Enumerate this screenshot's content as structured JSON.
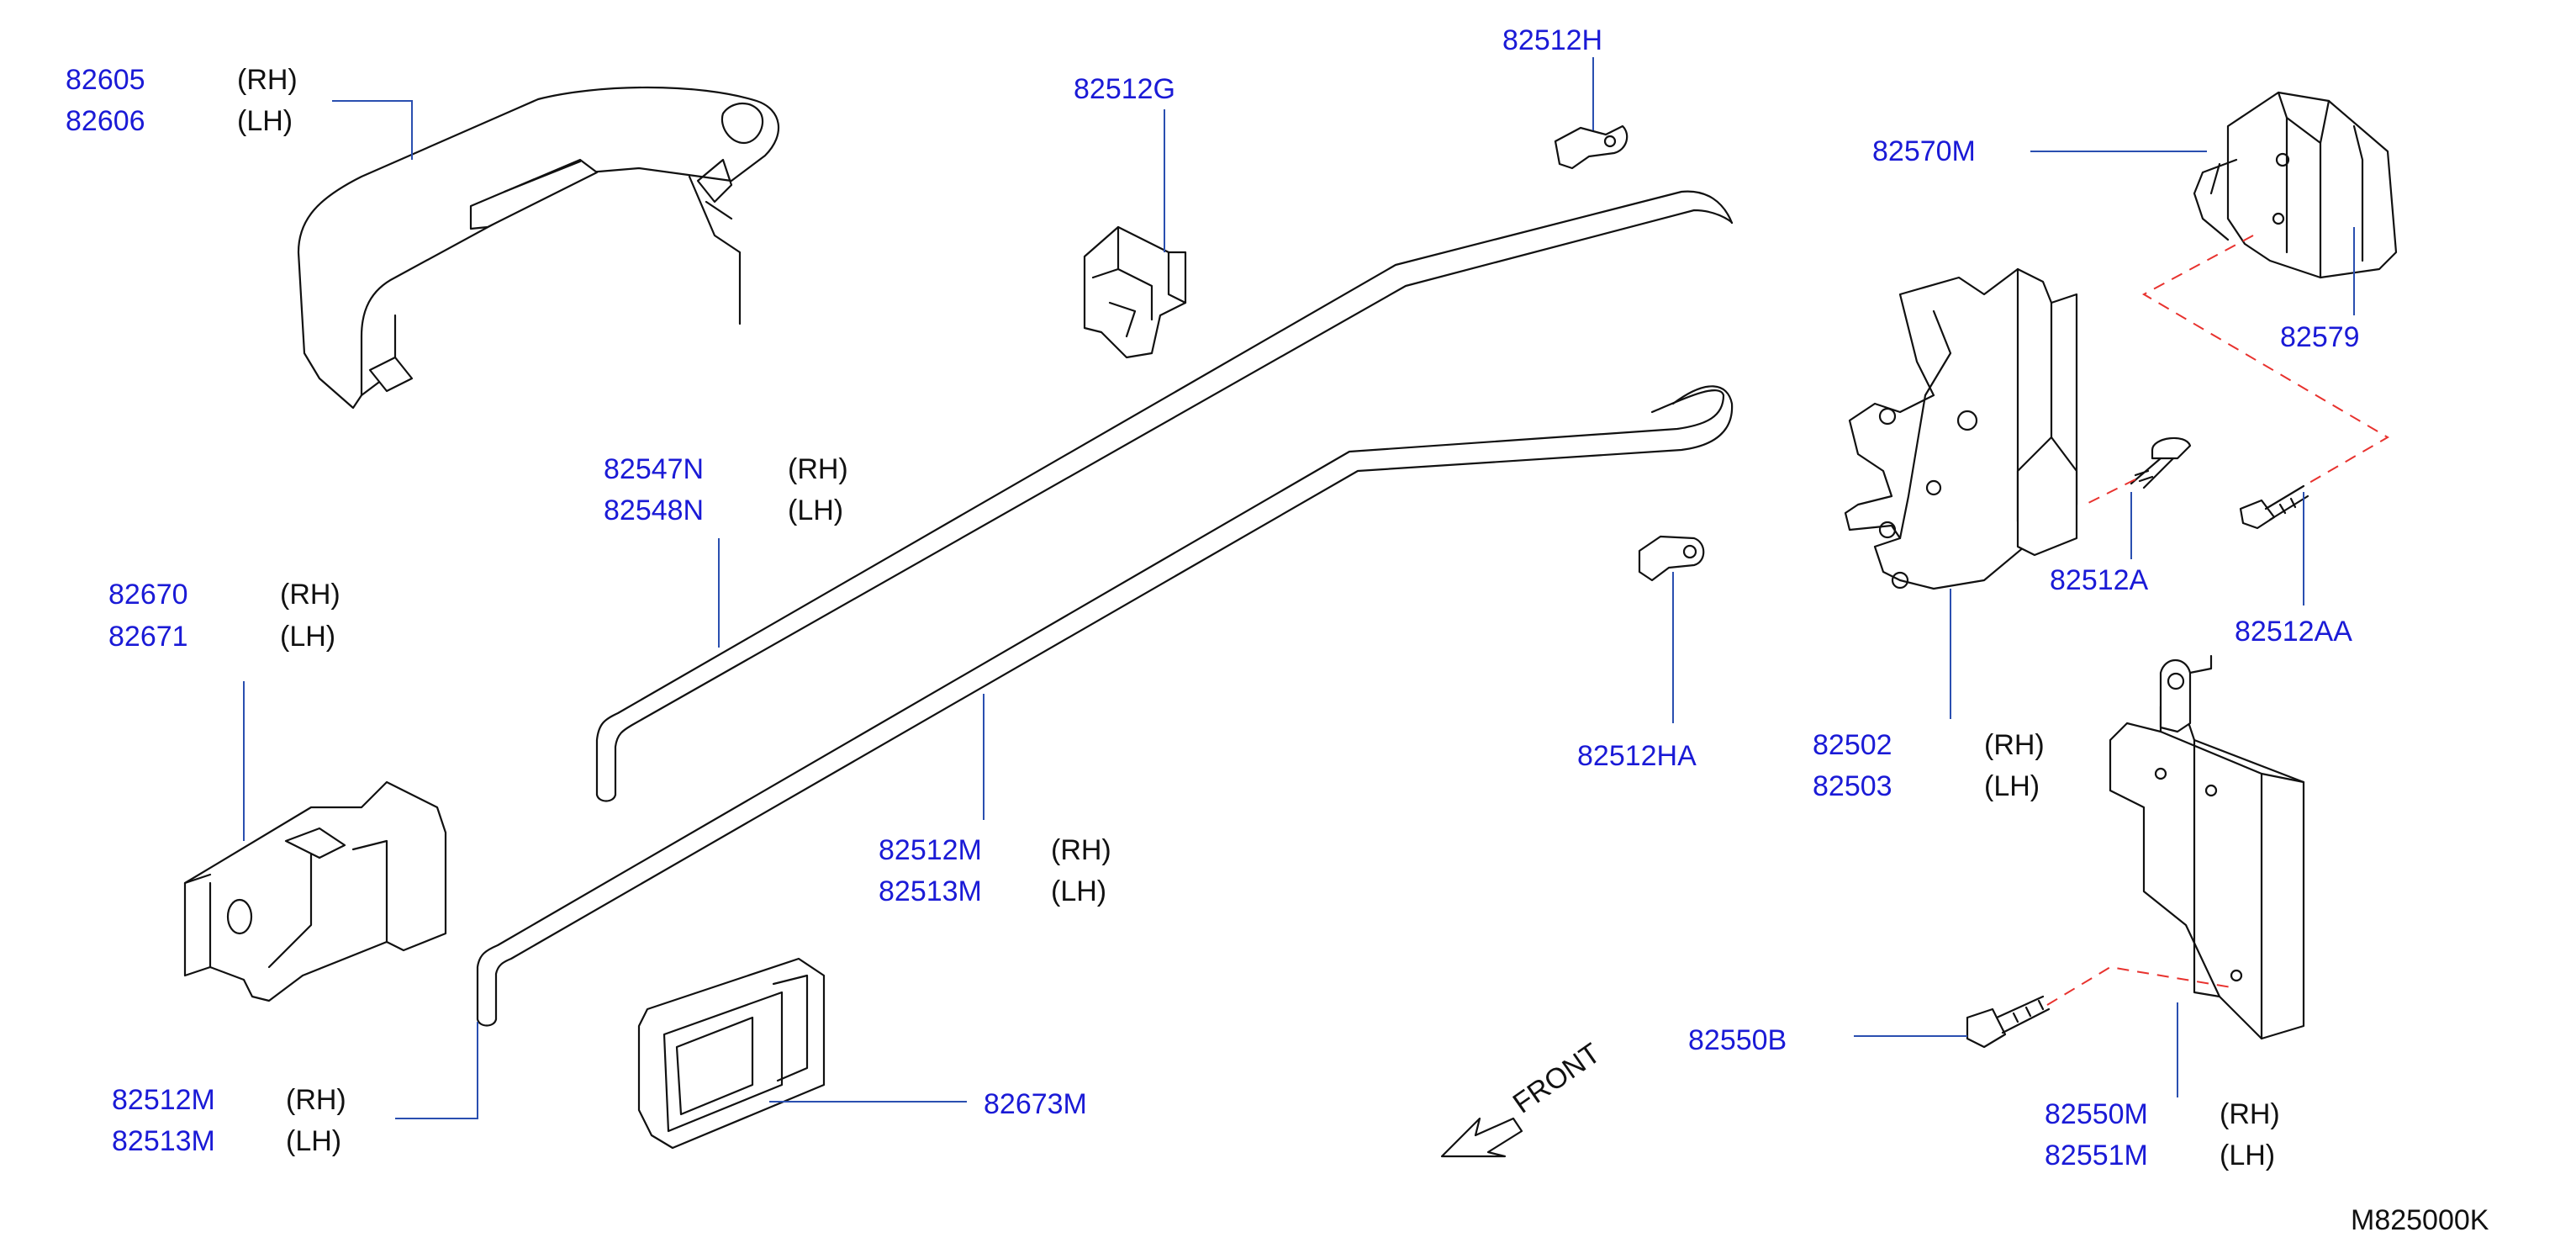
{
  "labels": {
    "p82605": "82605",
    "p82605_side": "(RH)",
    "p82606": "82606",
    "p82606_side": "(LH)",
    "p82512G": "82512G",
    "p82512H": "82512H",
    "p82570M": "82570M",
    "p82579": "82579",
    "p82547N": "82547N",
    "p82547N_side": "(RH)",
    "p82548N": "82548N",
    "p82548N_side": "(LH)",
    "p82670": "82670",
    "p82670_side": "(RH)",
    "p82671": "82671",
    "p82671_side": "(LH)",
    "p82512A": "82512A",
    "p82512AA": "82512AA",
    "p82512HA": "82512HA",
    "p82502": "82502",
    "p82502_side": "(RH)",
    "p82503": "82503",
    "p82503_side": "(LH)",
    "p82512M_a": "82512M",
    "p82512M_a_side": "(RH)",
    "p82513M_a": "82513M",
    "p82513M_a_side": "(LH)",
    "p82550B": "82550B",
    "p82673M": "82673M",
    "p82512M_b": "82512M",
    "p82512M_b_side": "(RH)",
    "p82513M_b": "82513M",
    "p82513M_b_side": "(LH)",
    "p82550M": "82550M",
    "p82550M_side": "(RH)",
    "p82551M": "82551M",
    "p82551M_side": "(LH)",
    "front": "FRONT",
    "reference": "M825000K"
  },
  "colors": {
    "part_number": "#1a1ad6",
    "leader": "#2a4fb0",
    "assembly_dash": "#e8322e",
    "line_art": "#111111"
  }
}
